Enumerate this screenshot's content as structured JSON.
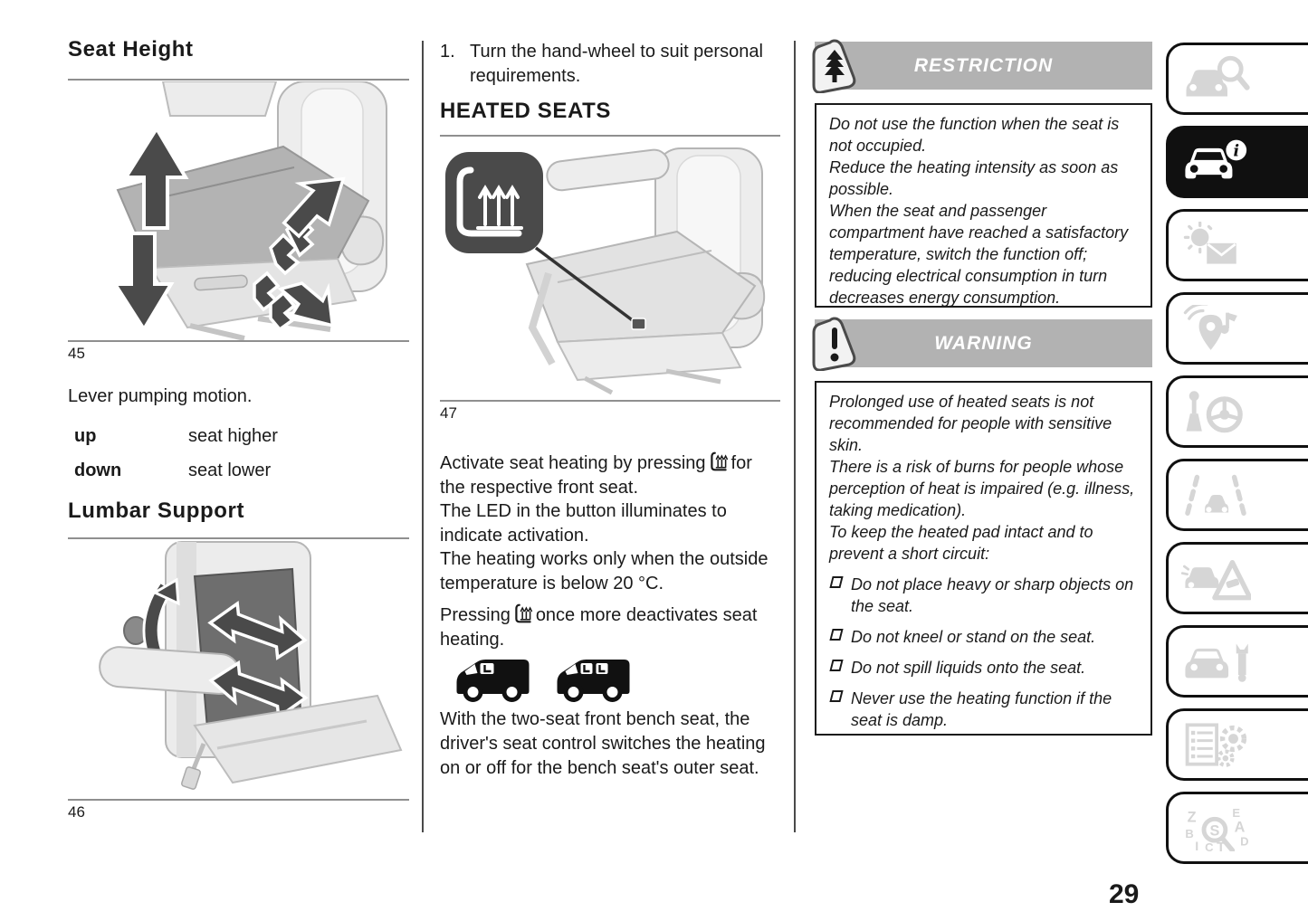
{
  "page": {
    "number": "29"
  },
  "colors": {
    "header_bar": "#b2b2b2",
    "box_border": "#1a1a1a",
    "text": "#1a1a1a",
    "active_tab_bg": "#101010",
    "inactive_tab_icon": "#d6d6d6",
    "figure_badge_bg": "#4a4a4a"
  },
  "left_column": {
    "seat_height_title": "Seat Height",
    "fig45_caption": "45",
    "lever_text": "Lever pumping motion.",
    "table": {
      "rows": [
        {
          "label": "up",
          "value": "seat higher"
        },
        {
          "label": "down",
          "value": "seat lower"
        }
      ]
    },
    "lumbar_title": "Lumbar Support",
    "fig46_caption": "46"
  },
  "middle_column": {
    "step_number": "1.",
    "step_text": "Turn the hand-wheel to suit personal requirements.",
    "heated_title": "HEATED SEATS",
    "fig47_caption": "47",
    "p1_before": "Activate seat heating by pressing",
    "p1_after": "for the respective front seat.",
    "p2": "The LED in the button illuminates to indicate activation.",
    "p3": "The heating works only when the outside temperature is below 20 °C.",
    "p4_before": "Pressing",
    "p4_after": "once more deactivates seat heating.",
    "p5": "With the two-seat front bench seat, the driver's seat control switches the heating on or off for the bench seat's outer seat."
  },
  "right_column": {
    "restriction": {
      "title": "RESTRICTION",
      "badge_icon": "eco-tree-triangle-icon",
      "lines": [
        "Do not use the function when the seat is not occupied.",
        "Reduce the heating intensity as soon as possible.",
        "When the seat and passenger compartment have reached a satisfactory temperature, switch the function off; reducing electrical consumption in turn decreases energy consumption."
      ]
    },
    "warning": {
      "title": "WARNING",
      "badge_icon": "warning-triangle-icon",
      "lines": [
        "Prolonged use of heated seats is not recommended for people with sensitive skin.",
        "There is a risk of burns for people whose perception of heat is impaired (e.g. illness, taking medication).",
        "To keep the heated pad intact and to prevent a short circuit:"
      ],
      "bullets": [
        "Do not place heavy or sharp objects on the seat.",
        "Do not kneel or stand on the seat.",
        "Do not spill liquids onto the seat.",
        "Never use the heating function if the seat is damp."
      ]
    }
  },
  "inline_icons": {
    "heated_seat_button": "heated-seat-icon",
    "panel_van": "panel-van-icon",
    "crew_van": "crew-van-icon"
  },
  "sidebar": {
    "tabs": [
      {
        "icon": "car-search-icon",
        "active": false
      },
      {
        "icon": "car-info-icon",
        "active": true
      },
      {
        "icon": "sun-envelope-icon",
        "active": false
      },
      {
        "icon": "nav-media-pin-icon",
        "active": false
      },
      {
        "icon": "gearshift-steering-icon",
        "active": false
      },
      {
        "icon": "car-lane-icon",
        "active": false
      },
      {
        "icon": "car-warning-triangle-icon",
        "active": false
      },
      {
        "icon": "car-wrench-icon",
        "active": false
      },
      {
        "icon": "spec-list-gears-icon",
        "active": false
      },
      {
        "icon": "alphabetical-index-icon",
        "active": false
      }
    ]
  }
}
